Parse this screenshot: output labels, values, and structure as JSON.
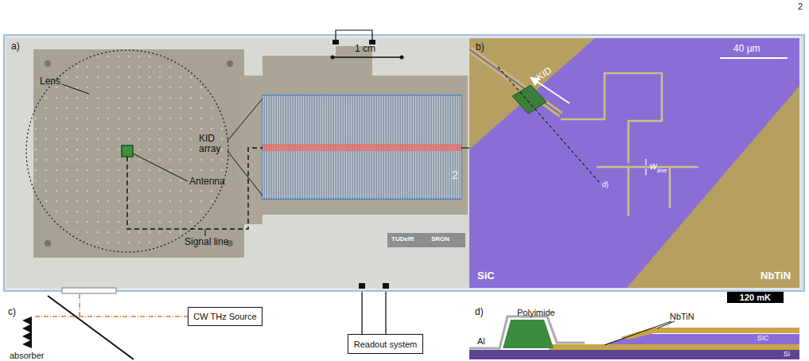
{
  "diagram": {
    "nodes": [
      {
        "text": [
          "120 mK"
        ]
      },
      {
        "text": [
          "CW THz Source"
        ]
      },
      {
        "text": [
          "Readout system"
        ]
      }
    ],
    "edges": [
      {
        "from": 2,
        "to": 0,
        "arrow": "none"
      },
      {
        "from": 2,
        "to": 0,
        "arrow": "none"
      }
    ],
    "labels": [
      "2",
      "a)",
      "Lens",
      "1 cm",
      "KID array",
      "Antenna",
      "Signal line",
      "2",
      "TUDelft",
      "SRON",
      "b)",
      "40 µm",
      "KID",
      "d)",
      "w",
      "line",
      "SiC",
      "NbTiN",
      "c)",
      "absorber",
      "d)",
      "Polyimide",
      "NbTiN",
      "SiC",
      "Al",
      "Si"
    ]
  }
}
